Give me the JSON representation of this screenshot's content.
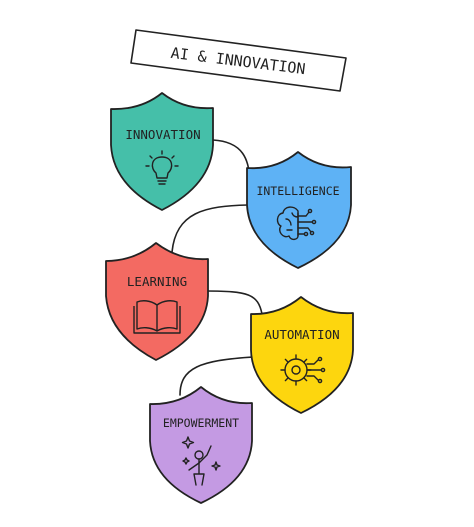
{
  "title": "AI & INNOVATION",
  "shields": [
    {
      "label": "INNOVATION",
      "color": "#45bfa9",
      "icon": "lightbulb-icon"
    },
    {
      "label": "INTELLIGENCE",
      "color": "#5eb2f5",
      "icon": "brain-circuit-icon"
    },
    {
      "label": "LEARNING",
      "color": "#f36a62",
      "icon": "open-book-icon"
    },
    {
      "label": "AUTOMATION",
      "color": "#fdd60e",
      "icon": "gear-circuit-icon"
    },
    {
      "label": "EMPOWERMENT",
      "color": "#c49ae3",
      "icon": "raised-hand-person-icon"
    }
  ]
}
